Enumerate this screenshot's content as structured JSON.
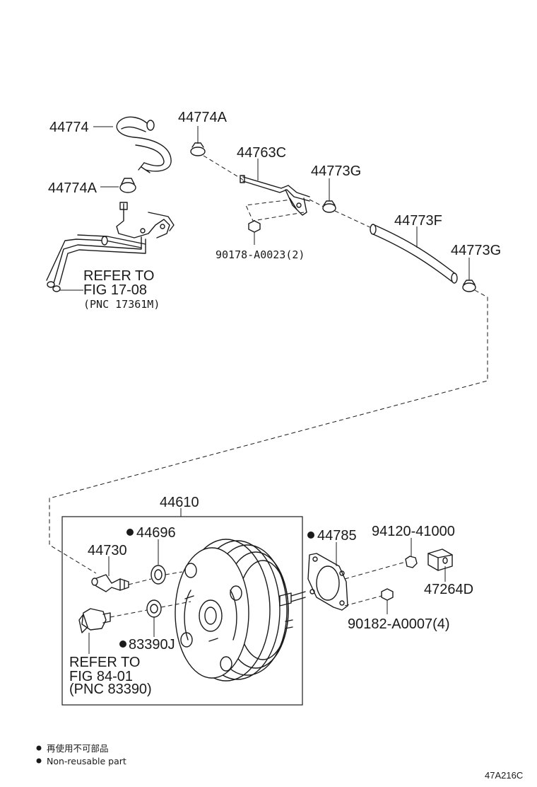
{
  "labels": {
    "hose_44774": "44774",
    "clip_44774A_top": "44774A",
    "clip_44774A_left": "44774A",
    "pipe_44763C": "44763C",
    "clip_44773G_top": "44773G",
    "hose_44773F": "44773F",
    "clip_44773G_right": "44773G",
    "nut_90178": "90178-A0023(2)",
    "booster_44610": "44610",
    "seal_44696": "44696",
    "valve_44730": "44730",
    "gasket_44785": "44785",
    "nut_94120": "94120-41000",
    "clevis_47264D": "47264D",
    "nut_90182": "90182-A0007(4)",
    "grommet_83390J": "83390J"
  },
  "refs": {
    "ref1_line1": "REFER TO",
    "ref1_line2": "FIG 17-08",
    "ref1_line3": "(PNC 17361M)",
    "ref2_line1": "REFER TO",
    "ref2_line2": "FIG 84-01",
    "ref2_line3": "(PNC 83390)"
  },
  "legend": {
    "item1": "再使用不可部品",
    "item2": "Non-reusable part"
  },
  "diagram_code": "47A216C"
}
